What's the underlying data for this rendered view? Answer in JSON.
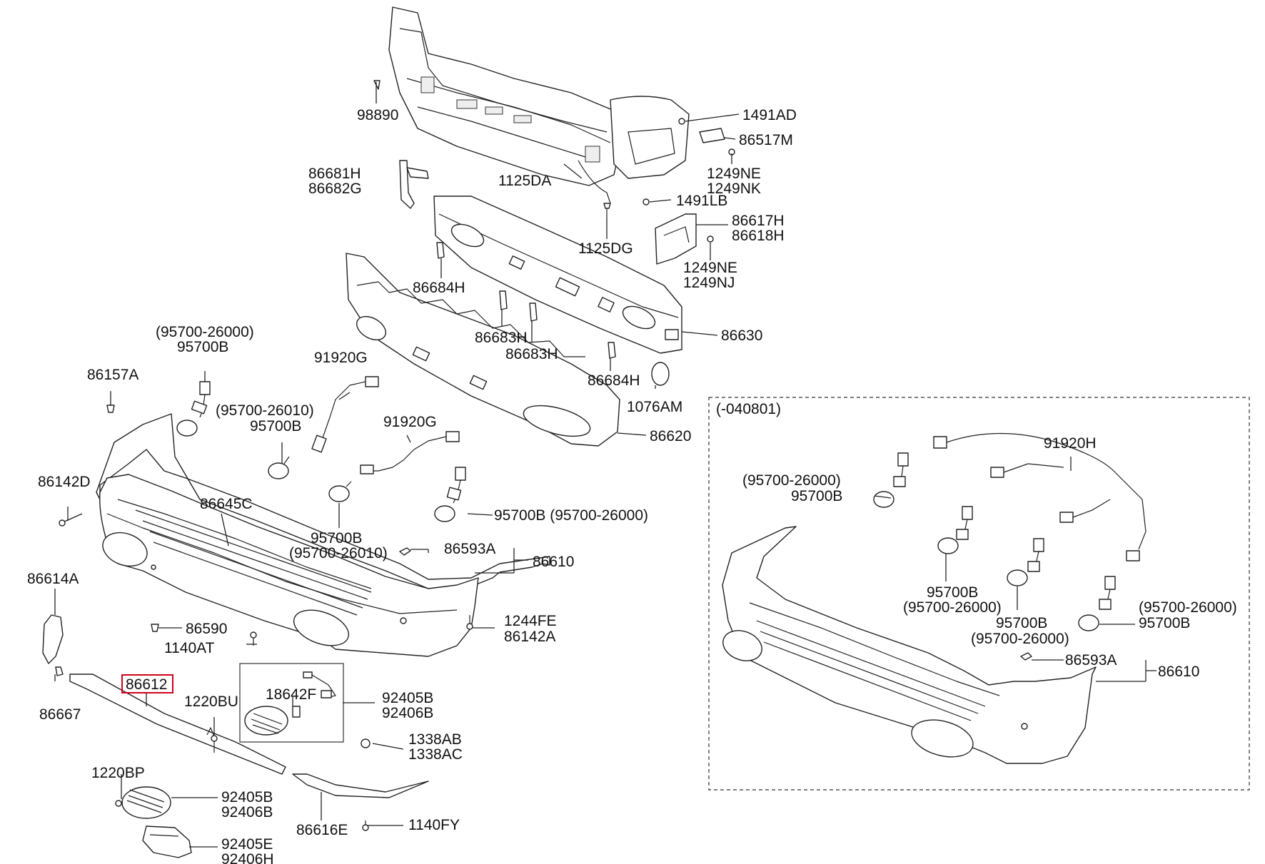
{
  "callouts": {
    "98890": "98890",
    "1491AD": "1491AD",
    "86517M": "86517M",
    "86681H": "86681H",
    "86682G": "86682G",
    "1125DA": "1125DA",
    "1249NE_top": "1249NE",
    "1249NK": "1249NK",
    "1491LB": "1491LB",
    "86617H": "86617H",
    "86618H": "86618H",
    "1125DG": "1125DG",
    "1249NE_mid": "1249NE",
    "1249NJ": "1249NJ",
    "86684H_a": "86684H",
    "86683H_a": "86683H",
    "86683H_b": "86683H",
    "86630": "86630",
    "86684H_b": "86684H",
    "1076AM": "1076AM",
    "86620": "86620",
    "95700-26000_a": "(95700-26000)",
    "95700B_a": "95700B",
    "86157A": "86157A",
    "91920G_a": "91920G",
    "95700-26010_a": "(95700-26010)",
    "95700B_b": "95700B",
    "91920G_b": "91920G",
    "86142D": "86142D",
    "86645C": "86645C",
    "95700B_c": "95700B (95700-26000)",
    "95700B_d": "95700B",
    "95700-26010_b": "(95700-26010)",
    "86593A_a": "86593A",
    "86610_a": "86610",
    "86614A": "86614A",
    "86590": "86590",
    "1244FE": "1244FE",
    "86142A": "86142A",
    "1140AT": "1140AT",
    "86612": "86612",
    "1220BU": "1220BU",
    "18642F": "18642F",
    "92405B_a": "92405B",
    "92406B_a": "92406B",
    "86667": "86667",
    "1338AB": "1338AB",
    "1338AC": "1338AC",
    "1220BP": "1220BP",
    "92405B_b": "92405B",
    "92406B_b": "92406B",
    "86616E": "86616E",
    "1140FY": "1140FY",
    "92405E": "92405E",
    "92406H": "92406H",
    "inset_date": "(-040801)",
    "91920H": "91920H",
    "inset_95700-26000_a": "(95700-26000)",
    "inset_95700B_a": "95700B",
    "inset_95700B_b": "95700B",
    "inset_95700-26000_b": "(95700-26000)",
    "inset_95700B_c": "95700B",
    "inset_95700-26000_c": "(95700-26000)",
    "inset_95700-26000_d": "(95700-26000)",
    "inset_95700B_d": "95700B",
    "inset_86593A": "86593A",
    "inset_86610": "86610"
  },
  "highlight": {
    "part": "86612",
    "color": "#d0021b"
  }
}
